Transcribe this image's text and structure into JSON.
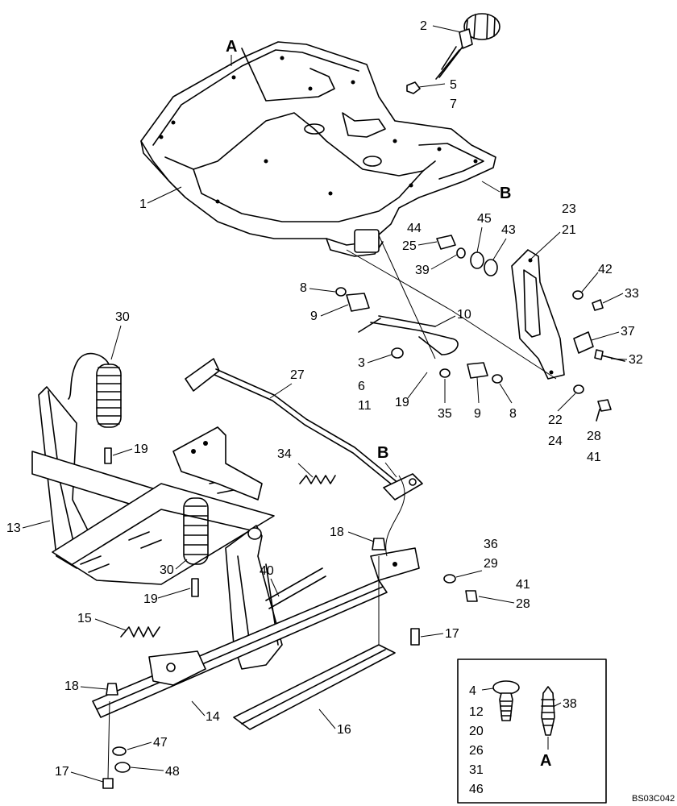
{
  "diagram_id": "BS03C042",
  "ref_markers": {
    "a": "A",
    "b": "B"
  },
  "callouts": {
    "c1": "1",
    "c2": "2",
    "c5": "5",
    "c7": "7",
    "c23": "23",
    "c21": "21",
    "c44": "44",
    "c45": "45",
    "c43": "43",
    "c25": "25",
    "c39": "39",
    "c42": "42",
    "c33": "33",
    "c8a": "8",
    "c9a": "9",
    "c10": "10",
    "c37": "37",
    "c32": "32",
    "c3": "3",
    "c6": "6",
    "c11": "11",
    "c19a": "19",
    "c35": "35",
    "c9b": "9",
    "c8b": "8",
    "c22": "22",
    "c24": "24",
    "c28a": "28",
    "c41a": "41",
    "c30a": "30",
    "c27": "27",
    "c19b": "19",
    "c34": "34",
    "c13": "13",
    "c18a": "18",
    "c36": "36",
    "c29": "29",
    "c41b": "41",
    "c28b": "28",
    "c30b": "30",
    "c40": "40",
    "c19c": "19",
    "c15": "15",
    "c17a": "17",
    "c18b": "18",
    "c14": "14",
    "c16": "16",
    "c47": "47",
    "c17b": "17",
    "c48": "48"
  },
  "inset": {
    "list": [
      "4",
      "12",
      "20",
      "26",
      "31",
      "46"
    ],
    "c38": "38",
    "marker": "A"
  }
}
